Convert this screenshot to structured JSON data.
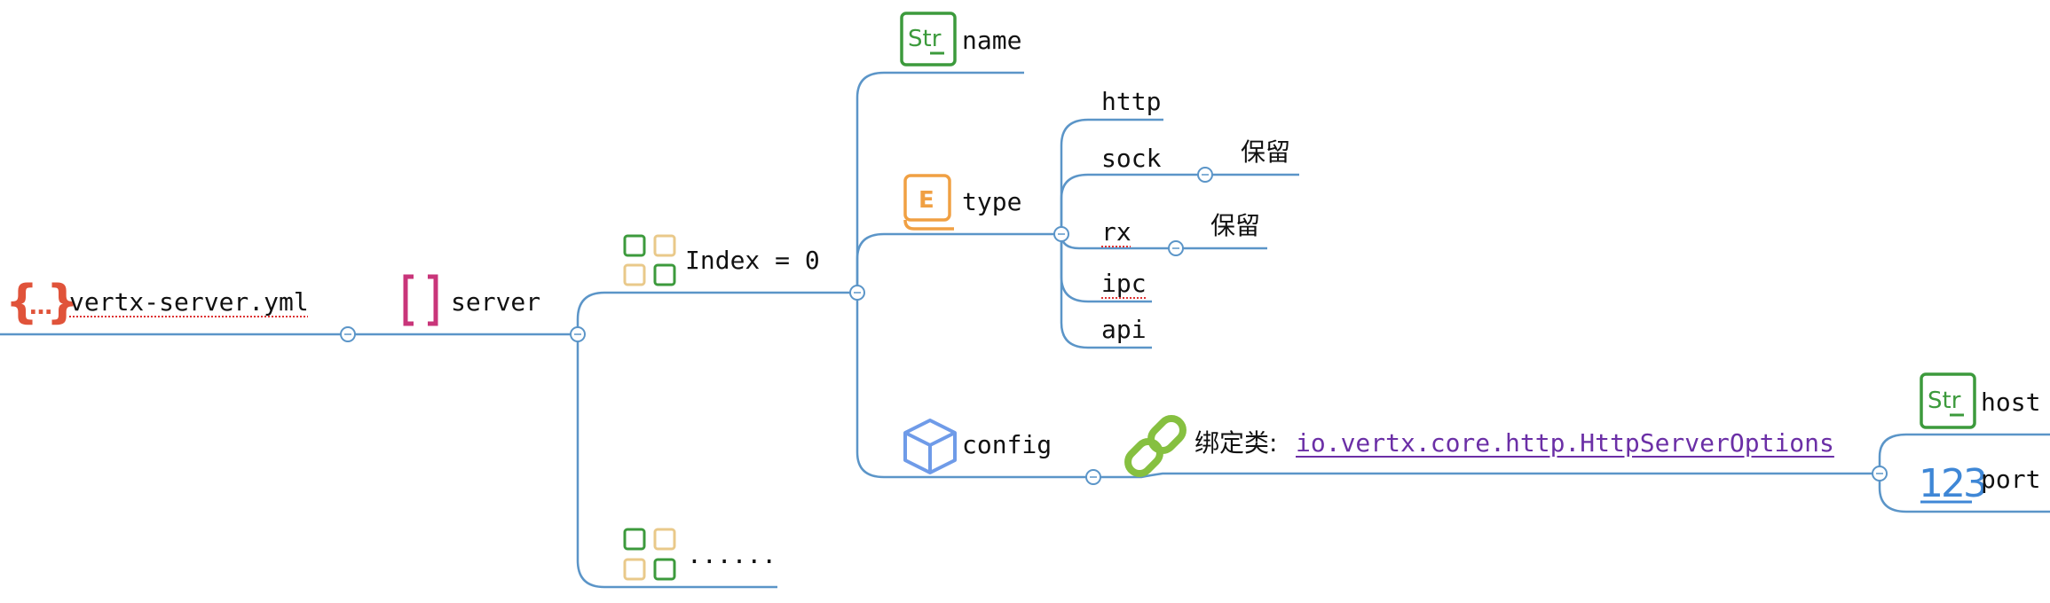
{
  "root": {
    "label": "vertx-server.yml",
    "icon": "object-braces-icon"
  },
  "server": {
    "label": "server",
    "icon": "array-brackets-icon"
  },
  "index_node": {
    "label": "Index = 0",
    "icon": "grid-item-icon"
  },
  "more_node": {
    "label": "......",
    "icon": "grid-item-icon"
  },
  "name_node": {
    "label": "name",
    "icon": "string-type-icon",
    "icon_text": "Str"
  },
  "type_node": {
    "label": "type",
    "icon": "enum-book-icon",
    "icon_text": "E",
    "values": [
      {
        "label": "http",
        "note": ""
      },
      {
        "label": "sock",
        "note": "保留"
      },
      {
        "label": "rx",
        "note": "保留"
      },
      {
        "label": "ipc",
        "note": ""
      },
      {
        "label": "api",
        "note": ""
      }
    ]
  },
  "config_node": {
    "label": "config",
    "icon": "cube-icon",
    "binding_prefix": "绑定类:",
    "binding_class": "io.vertx.core.http.HttpServerOptions",
    "binding_icon": "link-chain-icon",
    "children": [
      {
        "label": "host",
        "icon": "string-type-icon",
        "icon_text": "Str"
      },
      {
        "label": "port",
        "icon": "number-type-icon",
        "icon_text": "123"
      }
    ]
  },
  "colors": {
    "line": "#5b95c8",
    "brace": "#e0533a",
    "bracket": "#c9357a",
    "green": "#3c9a3c",
    "tan": "#e9c98a",
    "orange": "#f0a043",
    "cube": "#6f9be8",
    "chain": "#86c040",
    "link_text": "#6b2fa6",
    "number": "#3f87d6"
  }
}
